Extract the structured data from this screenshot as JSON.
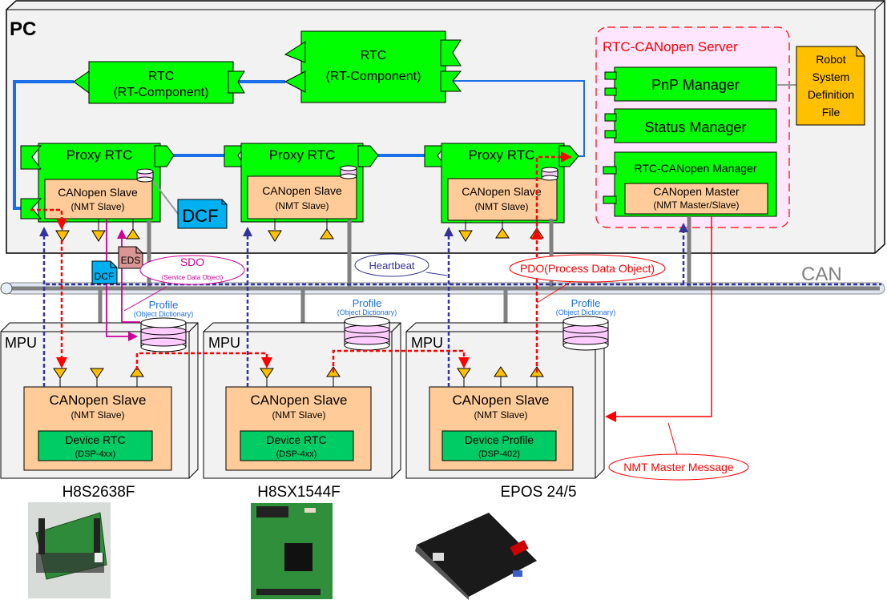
{
  "pc": {
    "label": "PC"
  },
  "rtc_left": {
    "title": "RTC",
    "subtitle": "(RT-Component)"
  },
  "rtc_right": {
    "title": "RTC",
    "subtitle": "(RT-Component)"
  },
  "proxies": [
    {
      "title": "Proxy RTC",
      "slave": "CANopen Slave",
      "slave_sub": "(NMT Slave)"
    },
    {
      "title": "Proxy RTC",
      "slave": "CANopen Slave",
      "slave_sub": "(NMT Slave)"
    },
    {
      "title": "Proxy RTC",
      "slave": "CANopen Slave",
      "slave_sub": "(NMT Slave)"
    }
  ],
  "dcf_file": {
    "label": "DCF"
  },
  "server": {
    "title": "RTC-CANopen Server",
    "pnp": "PnP Manager",
    "status": "Status Manager",
    "manager": "RTC-CANopen Manager",
    "master": "CANopen Master",
    "master_sub": "(NMT Master/Slave)"
  },
  "robot_file": {
    "lines": [
      "Robot",
      "System",
      "Definition",
      "File"
    ]
  },
  "bus": {
    "label": "CAN"
  },
  "callouts": {
    "sdo": "SDO",
    "sdo_sub": "(Service Data Object)",
    "heartbeat": "Heartbeat",
    "pdo": "PDO(Process Data Object)",
    "nmt": "NMT Master Message"
  },
  "small_files": {
    "dcf": "DCF",
    "eds": "EDS"
  },
  "profiles": [
    {
      "title": "Profile",
      "sub": "(Object Dictionary)"
    },
    {
      "title": "Profile",
      "sub": "(Object Dictionary)"
    },
    {
      "title": "Profile",
      "sub": "(Object Dictionary)"
    }
  ],
  "mpus": [
    {
      "label": "MPU",
      "slave": "CANopen Slave",
      "slave_sub": "(NMT Slave)",
      "device": "Device RTC",
      "device_sub": "(DSP-4xx)",
      "board": "H8S2638F"
    },
    {
      "label": "MPU",
      "slave": "CANopen Slave",
      "slave_sub": "(NMT Slave)",
      "device": "Device RTC",
      "device_sub": "(DSP-4xx)",
      "board": "H8SX1544F"
    },
    {
      "label": "MPU",
      "slave": "CANopen Slave",
      "slave_sub": "(NMT Slave)",
      "device": "Device Profile",
      "device_sub": "(DSP-402)",
      "board": "EPOS 24/5"
    }
  ],
  "colors": {
    "rtc_green": "#00ff00",
    "slave_peach": "#ffcc99",
    "device_green": "#00cc66",
    "link_blue": "#1a6ee8",
    "pdo_red": "#ff0000",
    "heartbeat_navy": "#333399",
    "sdo_magenta": "#cc0099",
    "server_pink": "#ffe6ff",
    "file_blue": "#00b0f0",
    "file_orange": "#ffc000",
    "eds_rose": "#d99694",
    "port_amber": "#ffc000"
  }
}
